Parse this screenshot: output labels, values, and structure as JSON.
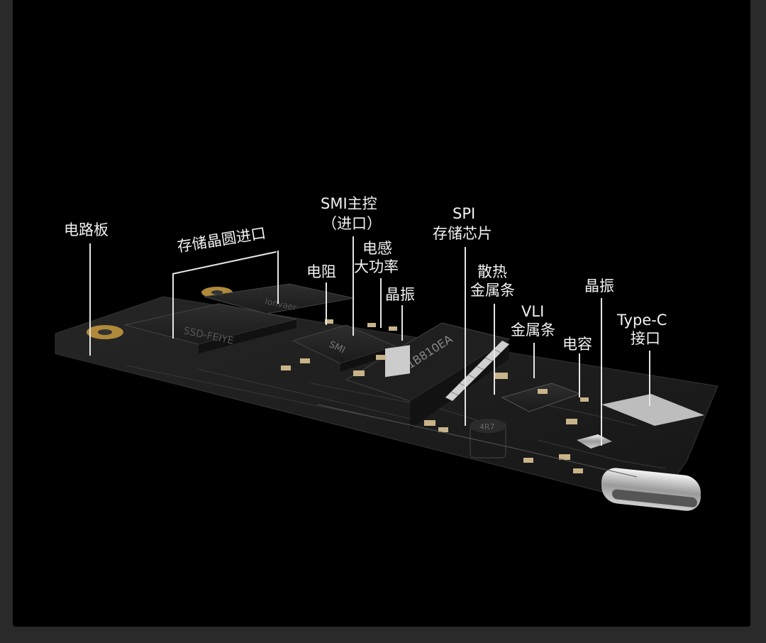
{
  "labels": {
    "pcb": "电路板",
    "nand": "存储晶圆进口",
    "smi_line1": "SMI主控",
    "smi_line2": "（进口）",
    "resistor": "电阻",
    "inductor_line1": "电感",
    "inductor_line2": "大功率",
    "crystal1": "晶振",
    "spi_line1": "SPI",
    "spi_line2": "存储芯片",
    "heatsink_line1": "散热",
    "heatsink_line2": "金属条",
    "vli_line1": "VLI",
    "vli_line2": "金属条",
    "crystal2": "晶振",
    "capacitor": "电容",
    "typec_line1": "Type-C",
    "typec_line2": "接口"
  },
  "chip_markings": {
    "smi": "SMI",
    "nand_a": "SSD-FEIYE",
    "nand_b": "lonvaer",
    "spi": "1B810EA",
    "inductor": "4R7"
  },
  "colors": {
    "background": "#000000",
    "frame": "#2a2a2a",
    "label_text": "#f2f2f2",
    "leader_line": "#e6e6e6",
    "pcb": "#1c1c1c"
  }
}
